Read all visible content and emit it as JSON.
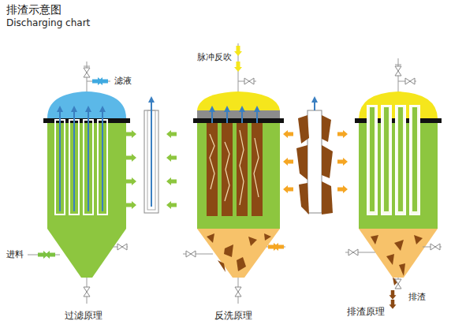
{
  "diagram": {
    "title": "排渣示意图",
    "labels": [
      "Discharging chart",
      "滤液",
      "脉冲反吹",
      "进料",
      "过滤原理",
      "反洗原理",
      "排渣原理",
      "排渣"
    ]
  }
}
